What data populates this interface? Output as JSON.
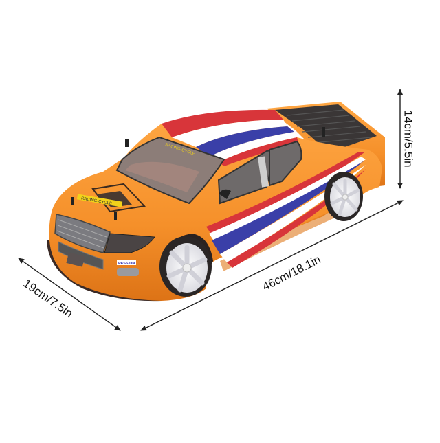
{
  "image": {
    "subject": "Orange RC pickup truck body shell with red, white and blue racing stripes and white six-spoke wheels",
    "background": "#ffffff",
    "colors": {
      "body": "#f5902a",
      "body_shade": "#e0741a",
      "stripe_red": "#d8353a",
      "stripe_white": "#ffffff",
      "stripe_blue": "#3a3fa8",
      "window": "#6e6a6a",
      "bed": "#3a3636",
      "wheel": "#f2f2f4",
      "tire": "#2a2626",
      "arrow": "#222222"
    }
  },
  "decals": {
    "hood": "RACING-CYCLE",
    "windshield": "RACING CYCLE",
    "bumper": "PASSION"
  },
  "dimensions": {
    "height": {
      "label": "14cm/5.5in",
      "cm": 14,
      "in": 5.5
    },
    "length": {
      "label": "46cm/18.1in",
      "cm": 46,
      "in": 18.1
    },
    "width": {
      "label": "19cm/7.5in",
      "cm": 19,
      "in": 7.5
    }
  }
}
